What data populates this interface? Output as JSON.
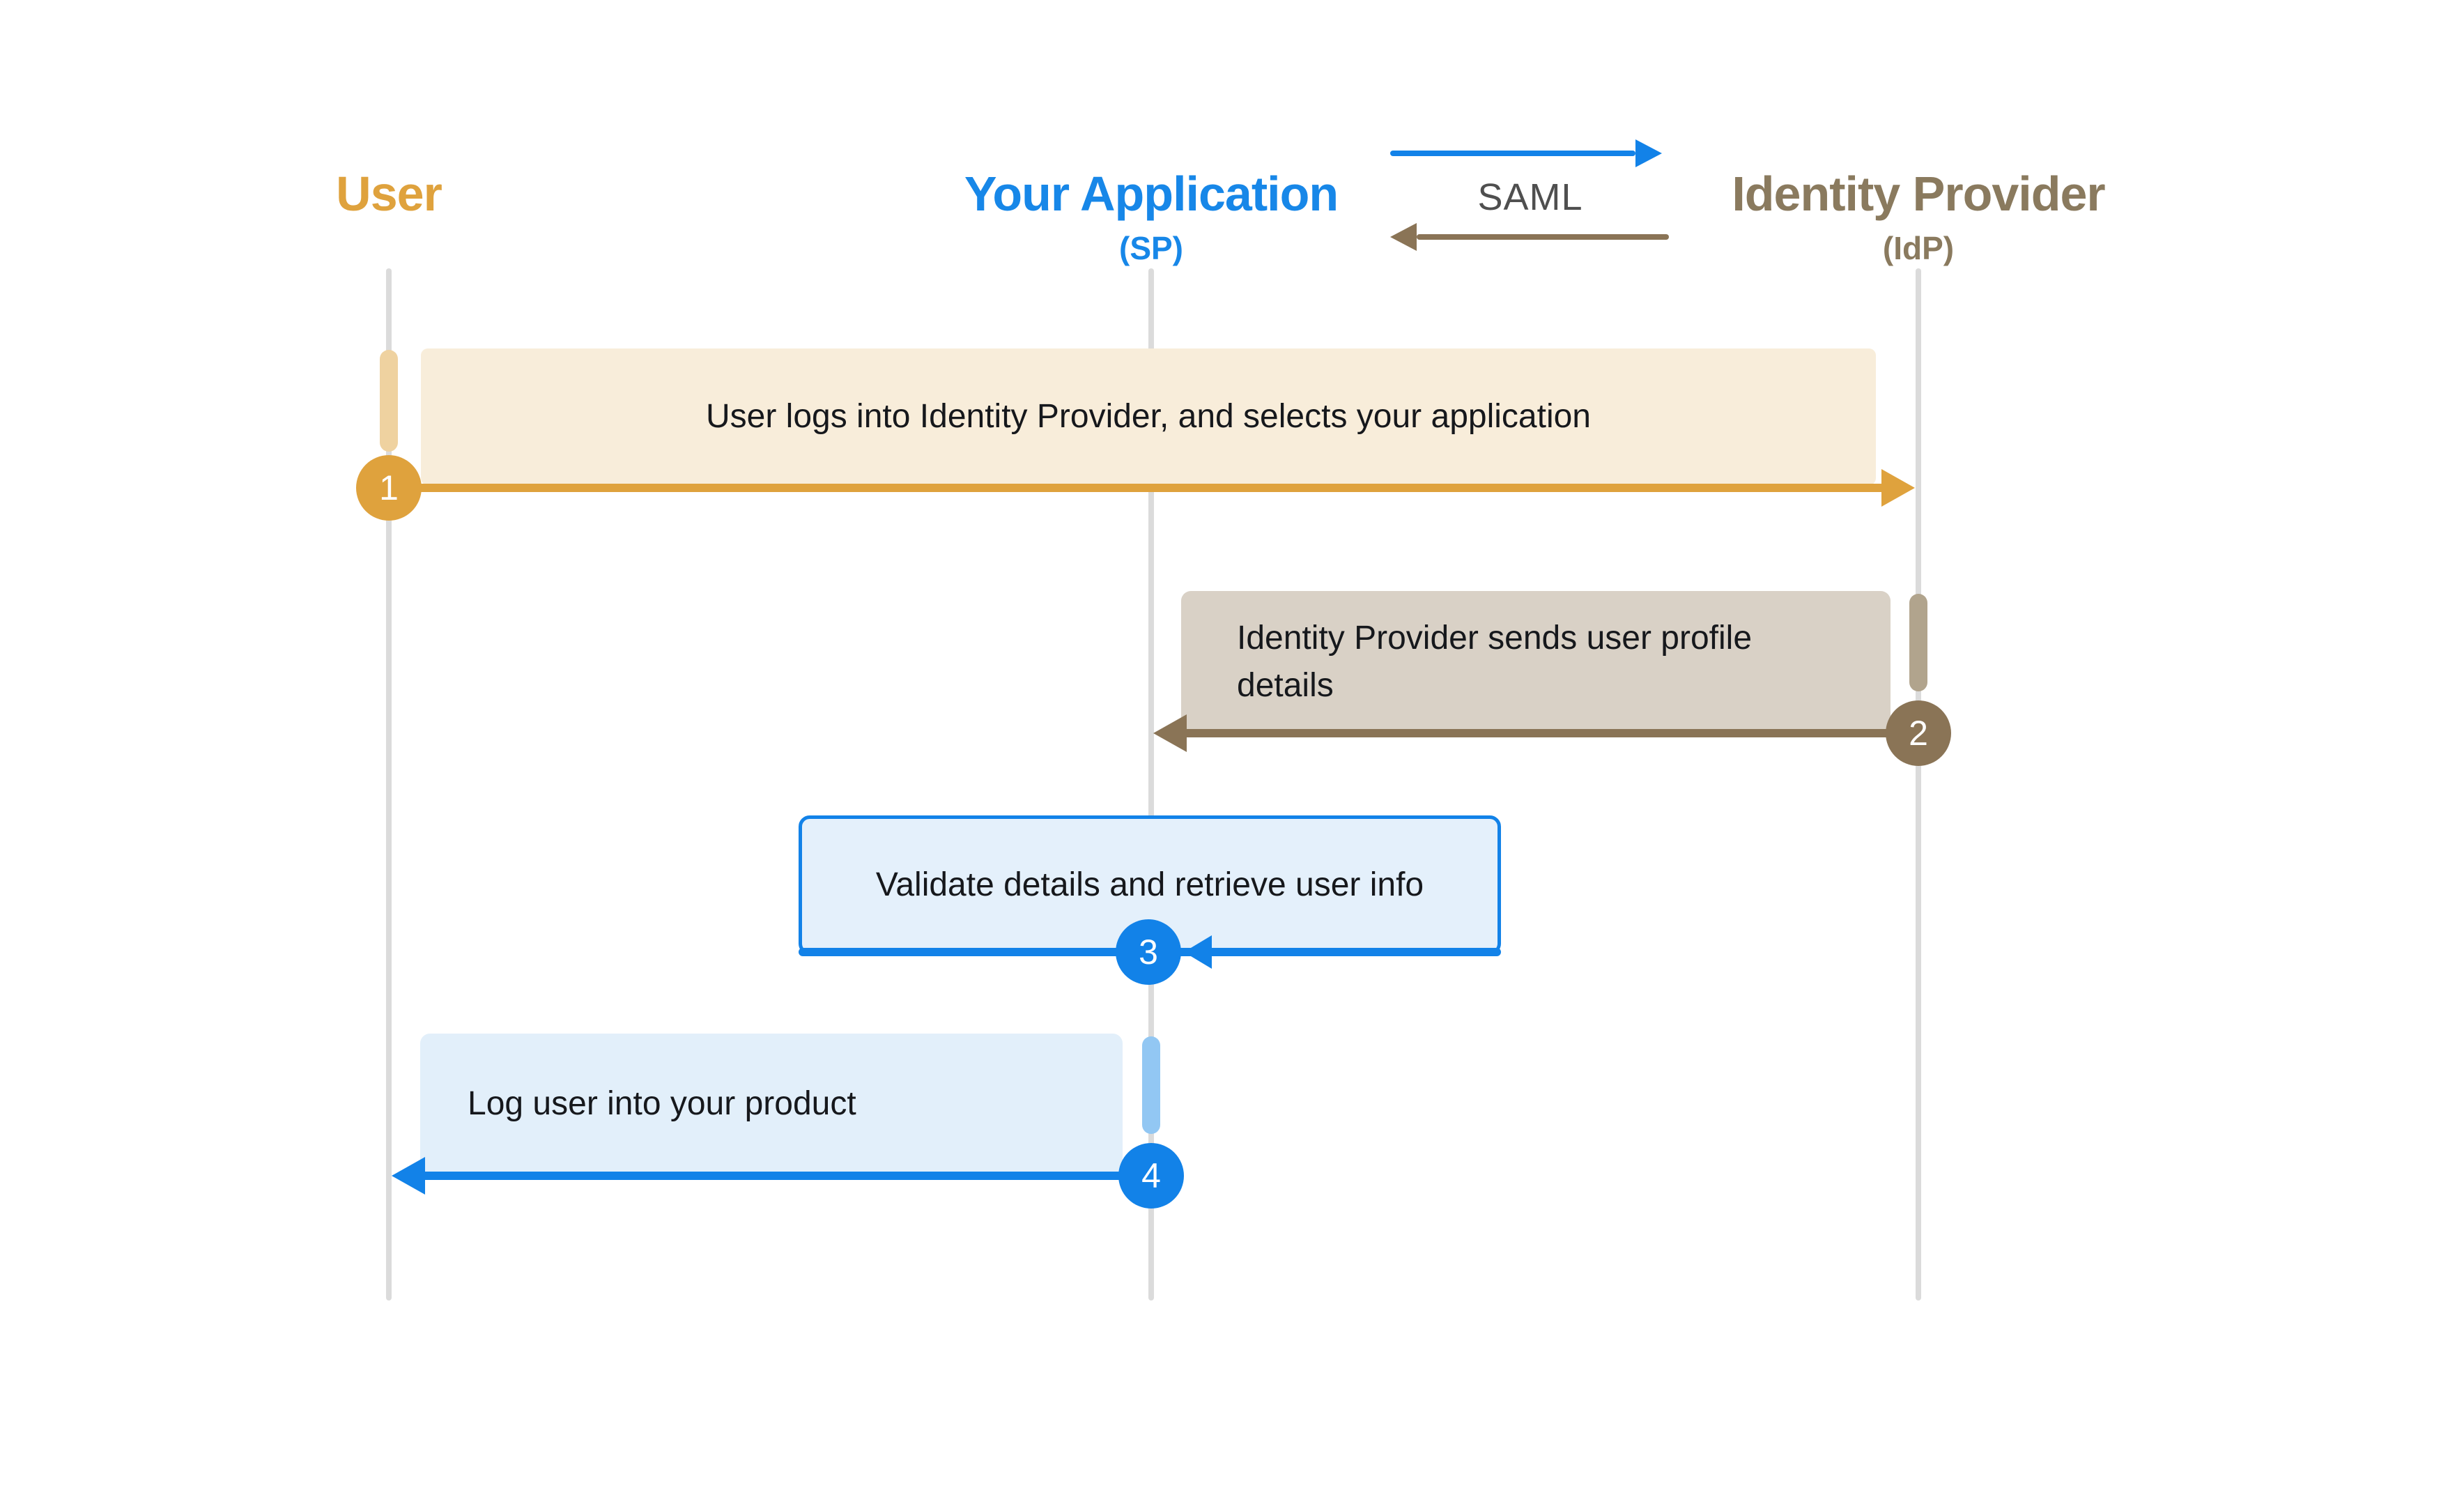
{
  "diagram": {
    "type": "sequence",
    "actors": [
      {
        "id": "user",
        "title": "User"
      },
      {
        "id": "app",
        "title": "Your Application",
        "subtitle": "(SP)"
      },
      {
        "id": "idp",
        "title": "Identity Provider",
        "subtitle": "(IdP)"
      }
    ],
    "protocol": {
      "label": "SAML"
    },
    "steps": [
      {
        "number": "1",
        "from": "user",
        "to": "idp",
        "text": "User logs into Identity Provider, and selects your application"
      },
      {
        "number": "2",
        "from": "idp",
        "to": "app",
        "text": "Identity Provider sends user profile details"
      },
      {
        "number": "3",
        "from": "app",
        "to": "app",
        "text": "Validate details and retrieve user info"
      },
      {
        "number": "4",
        "from": "app",
        "to": "user",
        "text": "Log user into your product"
      }
    ]
  },
  "colors": {
    "gold": "#DFA23D",
    "gold-light": "#EFD2A0",
    "cream": "#F8EDDA",
    "brown": "#8A7456",
    "brown-text": "#8A7A5E",
    "taupe": "#D9D1C6",
    "tan": "#B1A48D",
    "blue": "#1282E8",
    "blue-title": "#1787E8",
    "blue-box": "#E4F0FB",
    "blue-box-2": "#E2EFFA",
    "blue-bar": "#92C7F3",
    "lifeline": "#DBDBDB",
    "saml-text": "#4F4F4F",
    "ink": "#16181C"
  }
}
